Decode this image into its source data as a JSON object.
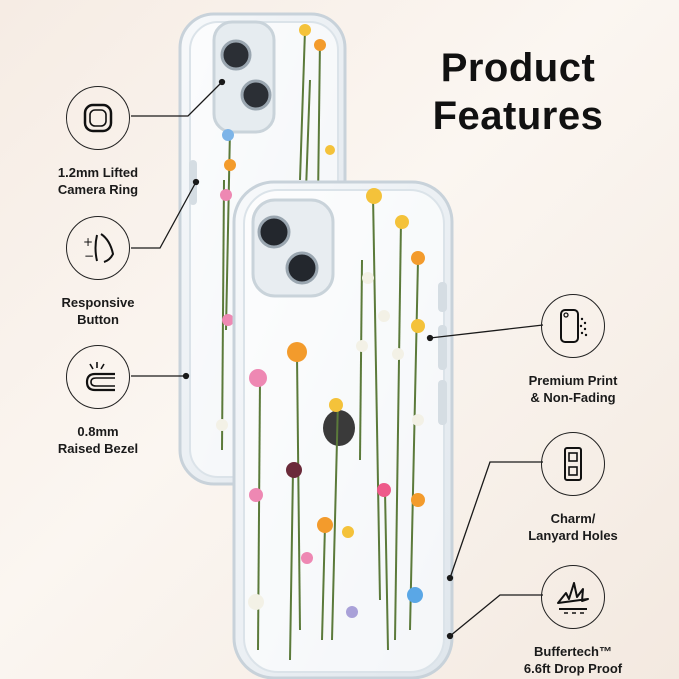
{
  "title_line1": "Product",
  "title_line2": "Features",
  "features_left": [
    {
      "label_line1": "1.2mm Lifted",
      "label_line2": "Camera Ring",
      "icon": "camera-ring-icon"
    },
    {
      "label_line1": "Responsive",
      "label_line2": "Button",
      "icon": "button-press-icon"
    },
    {
      "label_line1": "0.8mm",
      "label_line2": "Raised Bezel",
      "icon": "raised-bezel-icon"
    }
  ],
  "features_right": [
    {
      "label_line1": "Premium Print",
      "label_line2": "& Non-Fading",
      "icon": "print-phone-icon"
    },
    {
      "label_line1": "Charm/",
      "label_line2": "Lanyard Holes",
      "icon": "lanyard-hole-icon"
    },
    {
      "label_line1": "Buffertech™",
      "label_line2": "6.6ft Drop Proof",
      "icon": "drop-impact-icon"
    }
  ],
  "colors": {
    "accent": "#111111",
    "case": "#e9eef2",
    "stem": "#5b7a3a"
  }
}
